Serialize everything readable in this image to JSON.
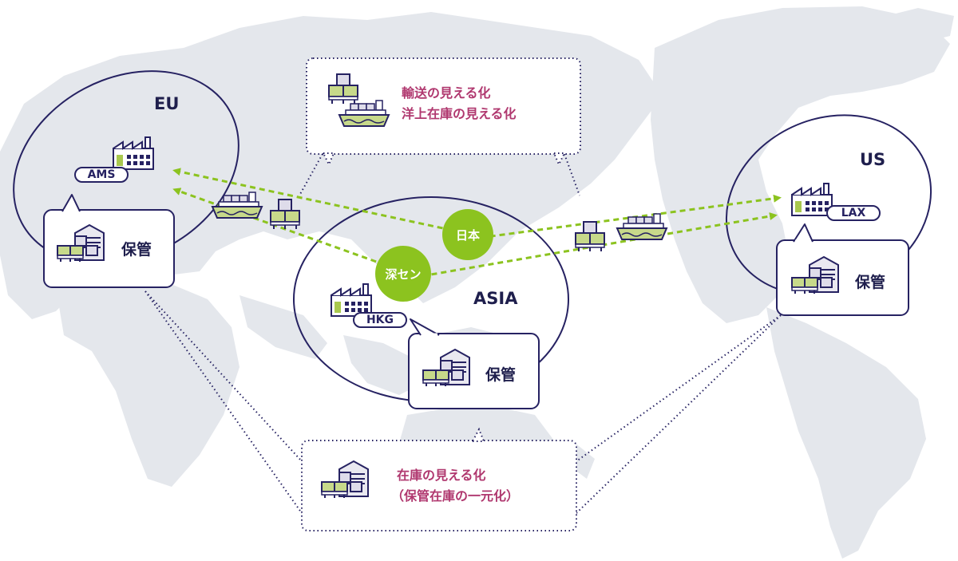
{
  "regions": {
    "eu": "EU",
    "asia": "ASIA",
    "us": "US"
  },
  "ports": {
    "ams": "AMS",
    "hkg": "HKG",
    "lax": "LAX"
  },
  "hubs": {
    "japan": "日本",
    "shenzhen": "深セン"
  },
  "storage": {
    "eu": "保管",
    "asia": "保管",
    "us": "保管"
  },
  "callouts": {
    "top": [
      "輸送の見える化",
      "洋上在庫の見える化"
    ],
    "bottom": [
      "在庫の見える化",
      "（保管在庫の一元化）"
    ]
  },
  "colors": {
    "navy": "#262262",
    "green": "#8cc31f",
    "magenta": "#b0386f",
    "land": "#e4e7ec"
  },
  "icons": [
    "factory-icon",
    "warehouse-icon",
    "boxes-icon",
    "ship-icon"
  ]
}
